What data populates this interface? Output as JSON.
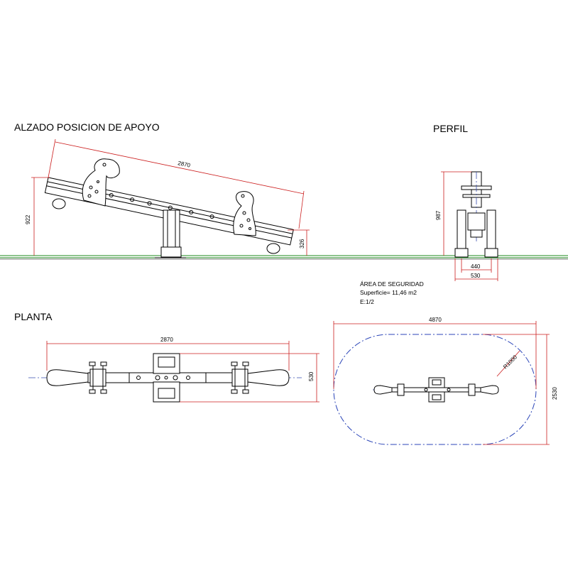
{
  "views": {
    "elevation": {
      "title": "ALZADO POSICION DE APOYO",
      "dim_length": "2870",
      "dim_height": "922",
      "dim_seat": "326"
    },
    "profile": {
      "title": "PERFIL",
      "dim_height": "987",
      "dim_inner": "440",
      "dim_outer": "530"
    },
    "plan": {
      "title": "PLANTA",
      "dim_length": "2870",
      "dim_width": "530"
    },
    "safety_area": {
      "title": "ÁREA DE SEGURIDAD",
      "surface": "Superficie=  11,46 m2",
      "scale": "E:1/2",
      "dim_length": "4870",
      "dim_width": "2530",
      "radius": "R1000"
    }
  },
  "colors": {
    "dimension": "#cc1f1f",
    "ground": "#1d8a1d",
    "axis": "#3a4fb0"
  }
}
